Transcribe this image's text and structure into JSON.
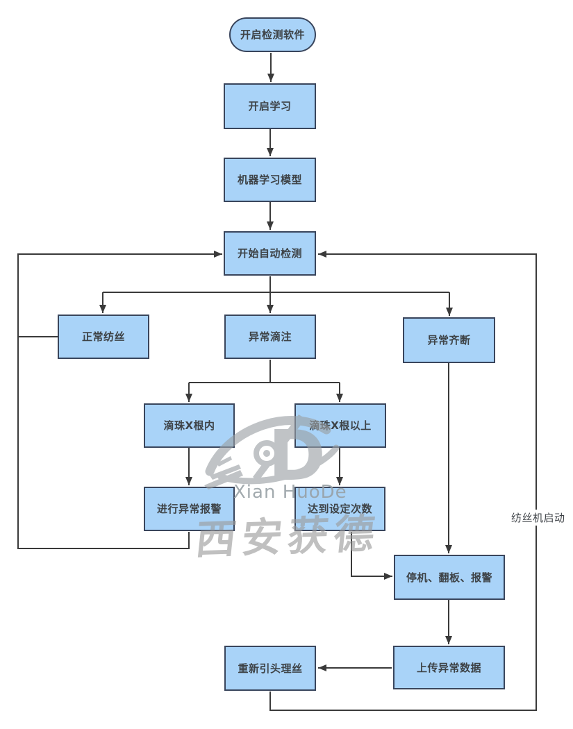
{
  "diagram": {
    "nodes": {
      "start": {
        "label": "开启检测软件",
        "shape": "terminator"
      },
      "learn": {
        "label": "开启学习",
        "shape": "process"
      },
      "model": {
        "label": "机器学习模型",
        "shape": "process"
      },
      "detect": {
        "label": "开始自动检测",
        "shape": "process"
      },
      "normal": {
        "label": "正常纺丝",
        "shape": "process"
      },
      "drip": {
        "label": "异常滴注",
        "shape": "process"
      },
      "cut": {
        "label": "异常齐断",
        "shape": "process"
      },
      "within": {
        "label": "滴珠X根内",
        "shape": "process"
      },
      "above": {
        "label": "滴珠X根以上",
        "shape": "process"
      },
      "alarm": {
        "label": "进行异常报警",
        "shape": "process"
      },
      "times": {
        "label": "达到设定次数",
        "shape": "process"
      },
      "stop": {
        "label": "停机、翻板、报警",
        "shape": "process"
      },
      "upload": {
        "label": "上传异常数据",
        "shape": "process"
      },
      "rethread": {
        "label": "重新引头理丝",
        "shape": "process"
      }
    },
    "edge_label": "纺丝机启动",
    "watermark": {
      "latin": "Xian HuoDe",
      "cjk": "西安获德"
    },
    "colors": {
      "node_fill": "#A9D3F8",
      "node_border": "#39455C",
      "connector": "#3A3A3A",
      "node_text": "#3E4347",
      "watermark_gray": "#9B9B9B",
      "background": "#FFFFFF"
    }
  }
}
